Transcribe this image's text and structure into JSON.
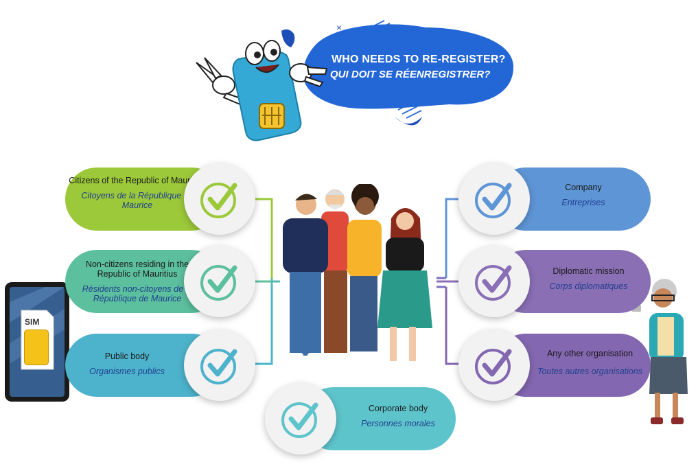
{
  "header": {
    "title_en": "WHO NEEDS TO RE-REGISTER?",
    "title_fr": "QUI DOIT SE RÉENREGISTRER?"
  },
  "mascot": {
    "icon": "sim-card-mascot-icon",
    "close_mark": "×"
  },
  "phone": {
    "sim_label": "SIM"
  },
  "categories": {
    "citizens": {
      "en": "Citizens of the Republic of Mauritius",
      "fr": "Citoyens de la République de Maurice",
      "color": "#9cc93a"
    },
    "non_citizens": {
      "en": "Non-citizens residing in the Republic of Mauritius",
      "fr": "Résidents non-citoyens de la République de Maurice",
      "color": "#5cbf9e"
    },
    "public_body": {
      "en": "Public body",
      "fr": "Organismes publics",
      "color": "#4db3cc"
    },
    "corporate_body": {
      "en": "Corporate body",
      "fr": "Personnes morales",
      "color": "#5ec4cc"
    },
    "company": {
      "en": "Company",
      "fr": "Entreprises",
      "color": "#5e95d6"
    },
    "diplomatic_mission": {
      "en": "Diplomatic mission",
      "fr": "Corps diplomatiques",
      "color": "#8a6fb5"
    },
    "other_organisation": {
      "en": "Any other organisation",
      "fr": "Toutes autres organisations",
      "color": "#8367b0"
    }
  }
}
